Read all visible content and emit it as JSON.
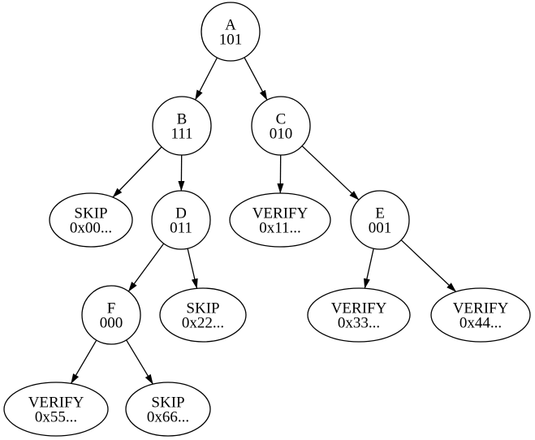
{
  "diagram": {
    "type": "directed-tree",
    "colors": {
      "background": "#ffffff",
      "node_fill": "#ffffff",
      "node_stroke": "#000000",
      "edge": "#000000",
      "text": "#000000"
    },
    "nodes": [
      {
        "id": "A",
        "label": "A",
        "sublabel": "101",
        "shape": "circle"
      },
      {
        "id": "B",
        "label": "B",
        "sublabel": "111",
        "shape": "circle"
      },
      {
        "id": "C",
        "label": "C",
        "sublabel": "010",
        "shape": "circle"
      },
      {
        "id": "skip0x00",
        "label": "SKIP",
        "sublabel": "0x00...",
        "shape": "ellipse"
      },
      {
        "id": "D",
        "label": "D",
        "sublabel": "011",
        "shape": "circle"
      },
      {
        "id": "verify0x11",
        "label": "VERIFY",
        "sublabel": "0x11...",
        "shape": "ellipse"
      },
      {
        "id": "E",
        "label": "E",
        "sublabel": "001",
        "shape": "circle"
      },
      {
        "id": "F",
        "label": "F",
        "sublabel": "000",
        "shape": "circle"
      },
      {
        "id": "skip0x22",
        "label": "SKIP",
        "sublabel": "0x22...",
        "shape": "ellipse"
      },
      {
        "id": "verify0x33",
        "label": "VERIFY",
        "sublabel": "0x33...",
        "shape": "ellipse"
      },
      {
        "id": "verify0x44",
        "label": "VERIFY",
        "sublabel": "0x44...",
        "shape": "ellipse"
      },
      {
        "id": "verify0x55",
        "label": "VERIFY",
        "sublabel": "0x55...",
        "shape": "ellipse"
      },
      {
        "id": "skip0x66",
        "label": "SKIP",
        "sublabel": "0x66...",
        "shape": "ellipse"
      }
    ],
    "edges": [
      {
        "from": "A",
        "to": "B"
      },
      {
        "from": "A",
        "to": "C"
      },
      {
        "from": "B",
        "to": "skip0x00"
      },
      {
        "from": "B",
        "to": "D"
      },
      {
        "from": "C",
        "to": "verify0x11"
      },
      {
        "from": "C",
        "to": "E"
      },
      {
        "from": "D",
        "to": "F"
      },
      {
        "from": "D",
        "to": "skip0x22"
      },
      {
        "from": "E",
        "to": "verify0x33"
      },
      {
        "from": "E",
        "to": "verify0x44"
      },
      {
        "from": "F",
        "to": "verify0x55"
      },
      {
        "from": "F",
        "to": "skip0x66"
      }
    ]
  }
}
